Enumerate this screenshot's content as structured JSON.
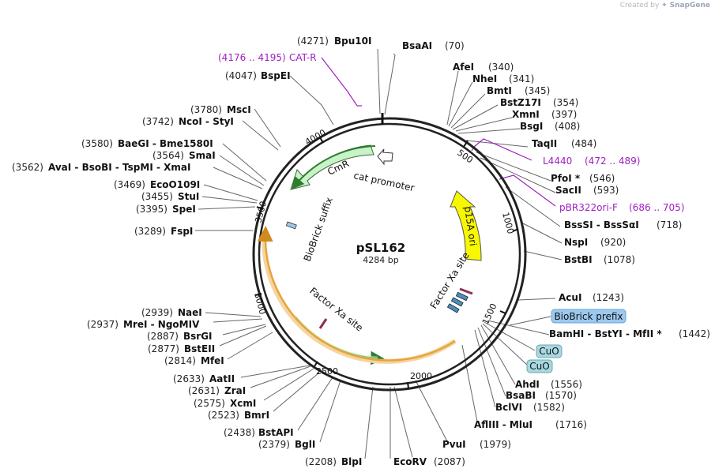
{
  "credit": {
    "prefix": "Created by",
    "brand": "SnapGene"
  },
  "plasmid": {
    "name": "pSL162",
    "length": "4284 bp"
  },
  "ticks": [
    "500",
    "1000",
    "1500",
    "2000",
    "2500",
    "3000",
    "3500",
    "4000"
  ],
  "features": {
    "cmr": "CmR",
    "cat_promoter": "cat promoter",
    "p15a_ori": "p15A ori",
    "biobrick_suffix": "BioBrick suffix",
    "factor_xa_left": "Factor Xa site",
    "factor_xa_right": "Factor Xa site"
  },
  "boxes": {
    "biobrick_prefix": "BioBrick prefix",
    "cuo_1": "CuO",
    "cuo_2": "CuO"
  },
  "sites": [
    {
      "name": "Bpu10I",
      "pos": "(4271)"
    },
    {
      "name": "BsaAI",
      "pos": "(70)"
    },
    {
      "name": "CAT-R",
      "pos": "(4176 .. 4195)"
    },
    {
      "name": "BspEI",
      "pos": "(4047)"
    },
    {
      "name": "AfeI",
      "pos": "(340)"
    },
    {
      "name": "NheI",
      "pos": "(341)"
    },
    {
      "name": "BmtI",
      "pos": "(345)"
    },
    {
      "name": "BstZ17I",
      "pos": "(354)"
    },
    {
      "name": "XmnI",
      "pos": "(397)"
    },
    {
      "name": "BsgI",
      "pos": "(408)"
    },
    {
      "name": "TaqII",
      "pos": "(484)"
    },
    {
      "name": "L4440",
      "pos": "(472 .. 489)"
    },
    {
      "name": "PfoI *",
      "pos": "(546)"
    },
    {
      "name": "SacII",
      "pos": "(593)"
    },
    {
      "name": "pBR322ori-F",
      "pos": "(686 .. 705)"
    },
    {
      "name": "BssSI - BssSαI",
      "pos": "(718)"
    },
    {
      "name": "NspI",
      "pos": "(920)"
    },
    {
      "name": "BstBI",
      "pos": "(1078)"
    },
    {
      "name": "AcuI",
      "pos": "(1243)"
    },
    {
      "name": "BamHI - BstYI - MfII *",
      "pos": "(1442)"
    },
    {
      "name": "AhdI",
      "pos": "(1556)"
    },
    {
      "name": "BsaBI",
      "pos": "(1570)"
    },
    {
      "name": "BclVI",
      "pos": "(1582)"
    },
    {
      "name": "AflIII - MluI",
      "pos": "(1716)"
    },
    {
      "name": "PvuI",
      "pos": "(1979)"
    },
    {
      "name": "EcoRV",
      "pos": "(2087)"
    },
    {
      "name": "BlpI",
      "pos": "(2208)"
    },
    {
      "name": "BglI",
      "pos": "(2379)"
    },
    {
      "name": "BstAPI",
      "pos": "(2438)"
    },
    {
      "name": "BmrI",
      "pos": "(2523)"
    },
    {
      "name": "XcmI",
      "pos": "(2575)"
    },
    {
      "name": "ZraI",
      "pos": "(2631)"
    },
    {
      "name": "AatII",
      "pos": "(2633)"
    },
    {
      "name": "MfeI",
      "pos": "(2814)"
    },
    {
      "name": "BstEII",
      "pos": "(2877)"
    },
    {
      "name": "BsrGI",
      "pos": "(2887)"
    },
    {
      "name": "MreI - NgoMIV",
      "pos": "(2937)"
    },
    {
      "name": "NaeI",
      "pos": "(2939)"
    },
    {
      "name": "FspI",
      "pos": "(3289)"
    },
    {
      "name": "SpeI",
      "pos": "(3395)"
    },
    {
      "name": "StuI",
      "pos": "(3455)"
    },
    {
      "name": "EcoO109I",
      "pos": "(3469)"
    },
    {
      "name": "AvaI - BsoBI - TspMI - XmaI",
      "pos": "(3562)"
    },
    {
      "name": "SmaI",
      "pos": "(3564)"
    },
    {
      "name": "BaeGI - Bme1580I",
      "pos": "(3580)"
    },
    {
      "name": "NcoI - StyI",
      "pos": "(3742)"
    },
    {
      "name": "MscI",
      "pos": "(3780)"
    }
  ],
  "colors": {
    "backbone": "#222222",
    "cmr_fill": "#c8f2c8",
    "p15a_fill": "#f7f700",
    "primer": "#a020c0",
    "orf_orange": "#e8a33a",
    "orf_green": "#2e8a2e",
    "box_blue": "#9cc9ef",
    "cuo_fill": "#a8d8e0"
  }
}
